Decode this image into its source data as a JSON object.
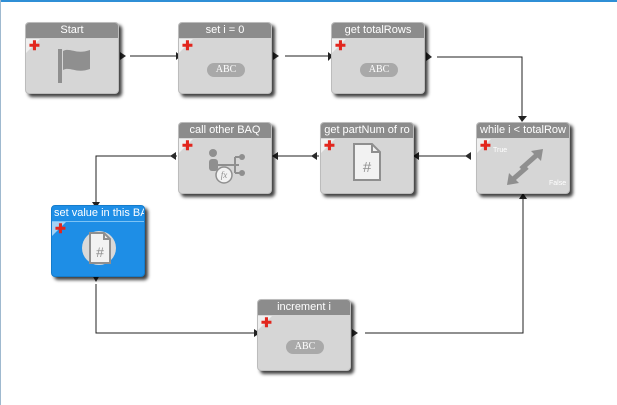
{
  "nodes": {
    "start": {
      "title": "Start",
      "icon": "flag-icon"
    },
    "set_i": {
      "title": "set i = 0",
      "badge": "ABC"
    },
    "get_total": {
      "title": "get totalRows",
      "badge": "ABC"
    },
    "while": {
      "title": "while i  < totalRow",
      "true_label": "True",
      "false_label": "False"
    },
    "get_partnum": {
      "title": "get partNum of ro",
      "icon": "hash-file-icon"
    },
    "call_baq": {
      "title": "call other BAQ",
      "icon": "function-call-icon"
    },
    "set_value": {
      "title": "set value in this BA",
      "icon": "hash-file-icon"
    },
    "increment": {
      "title": "increment i",
      "badge": "ABC"
    }
  },
  "colors": {
    "header": "#8c8c8c",
    "body": "#d6d6d6",
    "selected": "#1e8ee6",
    "plus": "#e2261d"
  }
}
